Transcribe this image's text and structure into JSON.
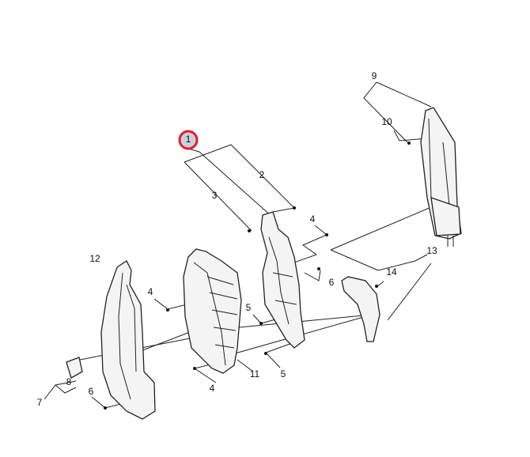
{
  "diagram": {
    "highlight_color": "#e0202a",
    "highlight_fill": "#c8d0dc",
    "callouts": {
      "c1": "1",
      "c2": "2",
      "c3": "3",
      "c4a": "4",
      "c4b": "4",
      "c4c": "4",
      "c5a": "5",
      "c5b": "5",
      "c6a": "6",
      "c6b": "6",
      "c7": "7",
      "c8": "8",
      "c9": "9",
      "c10": "10",
      "c11": "11",
      "c12": "12",
      "c13": "13",
      "c14": "14"
    }
  }
}
